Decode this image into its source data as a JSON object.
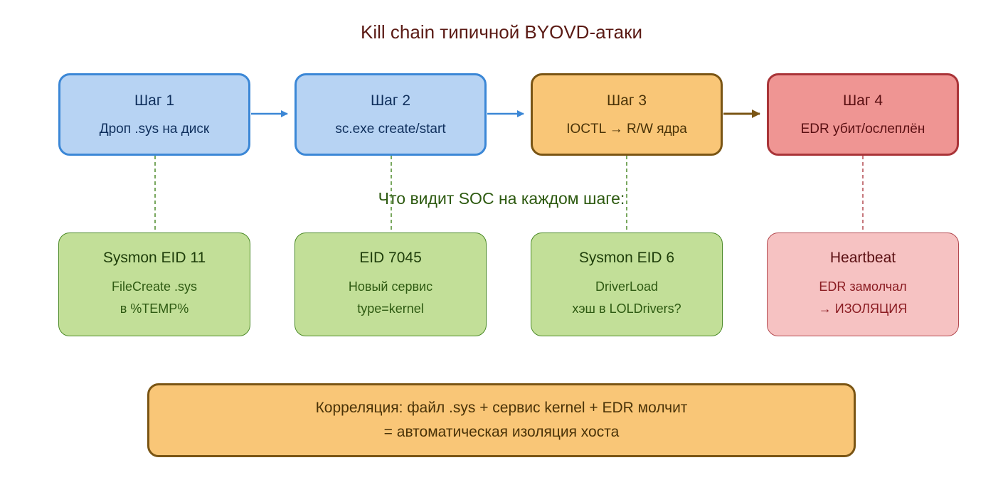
{
  "title": "Kill chain типичной BYOVD-атаки",
  "soc_label": "Что видит SOC на каждом шаге:",
  "steps": [
    {
      "head": "Шаг 1",
      "sub": "Дроп .sys на диск"
    },
    {
      "head": "Шаг 2",
      "sub": "sc.exe create/start"
    },
    {
      "head": "Шаг 3",
      "sub": "IOCTL → R/W ядра"
    },
    {
      "head": "Шаг 4",
      "sub": "EDR убит/ослеплён"
    }
  ],
  "detections": [
    {
      "head": "Sysmon EID 11",
      "line1": "FileCreate .sys",
      "line2": "в %TEMP%"
    },
    {
      "head": "EID 7045",
      "line1": "Новый сервис",
      "line2": "type=kernel"
    },
    {
      "head": "Sysmon EID 6",
      "line1": "DriverLoad",
      "line2": "хэш в LOLDrivers?"
    },
    {
      "head": "Heartbeat",
      "line1": "EDR замолчал",
      "line2": "→ ИЗОЛЯЦИЯ"
    }
  ],
  "correlation": {
    "line1": "Корреляция: файл .sys + сервис kernel + EDR молчит",
    "line2": "= автоматическая изоляция хоста"
  },
  "colors": {
    "step_blue_fill": "#b7d3f3",
    "step_blue_border": "#3b87d6",
    "step_orange_fill": "#f9c677",
    "step_orange_border": "#7a5514",
    "step_red_fill": "#ef9593",
    "step_red_border": "#a93438",
    "detect_green_fill": "#c2df98",
    "detect_green_border": "#4c8a28",
    "detect_pink_fill": "#f6c2c2",
    "detect_pink_border": "#b34a50",
    "title_color": "#5a1a14",
    "soc_label_color": "#2d5a10"
  }
}
